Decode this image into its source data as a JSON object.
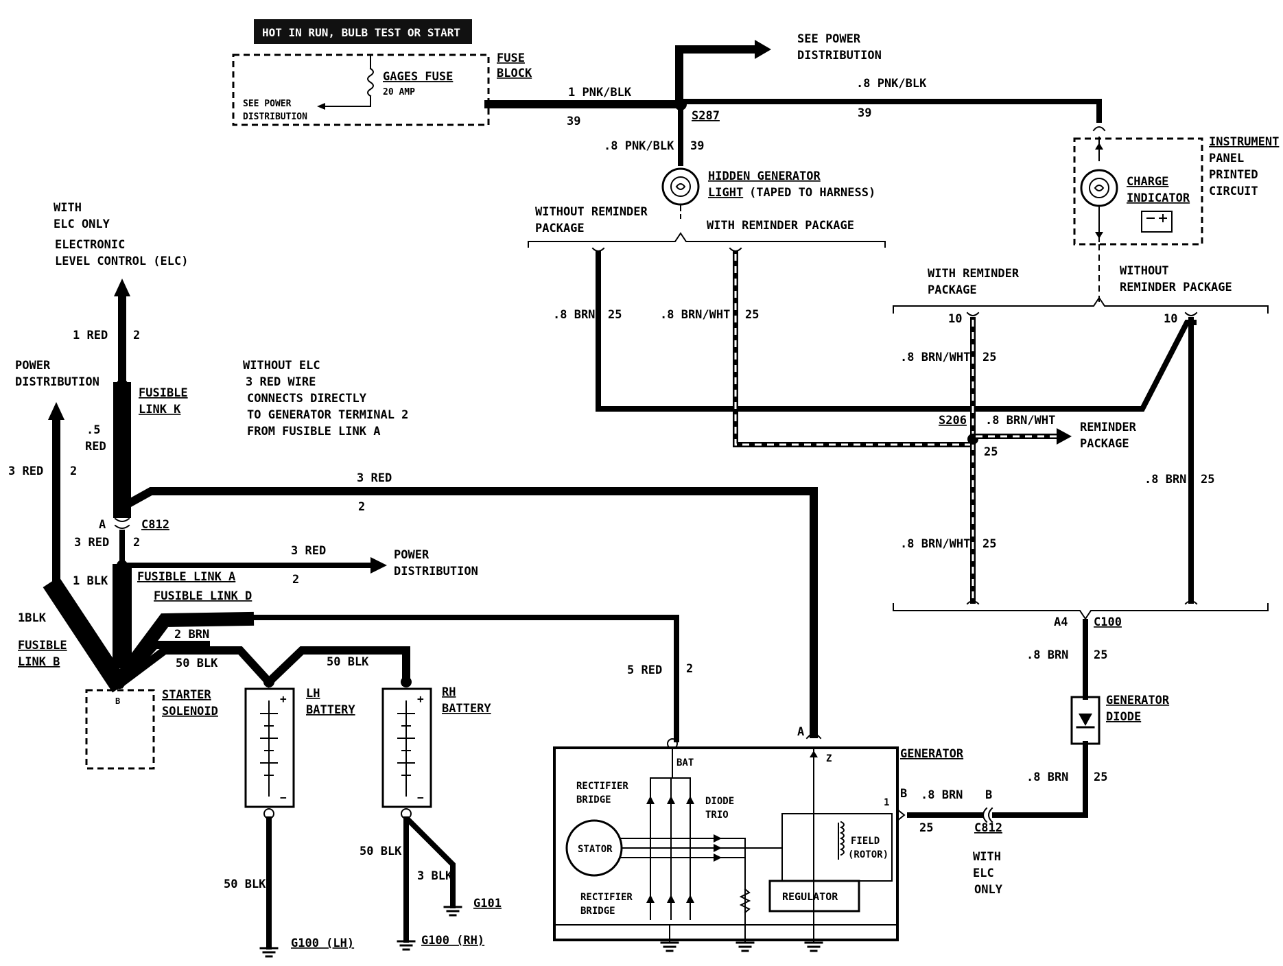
{
  "header": {
    "title_box": "HOT IN RUN, BULB TEST OR START"
  },
  "fuse": {
    "name": "GAGES FUSE",
    "rating": "20 AMP",
    "see_power": "SEE POWER",
    "distribution": "DISTRIBUTION",
    "block_1": "FUSE",
    "block_2": "BLOCK"
  },
  "top": {
    "see_power_1": "SEE POWER",
    "see_power_2": "DISTRIBUTION",
    "wire_1pnk": "1 PNK/BLK",
    "circ_39a": "39",
    "splice_s287": "S287",
    "wire_8pnk_right": ".8 PNK/BLK",
    "circ_39b": "39",
    "wire_8pnk_down": ".8 PNK/BLK",
    "circ_39c": "39"
  },
  "hidden_light": {
    "line1": "HIDDEN GENERATOR",
    "line2_a": "LIGHT",
    "line2_b": "(TAPED TO HARNESS)"
  },
  "packages": {
    "without_1": "WITHOUT REMINDER",
    "without_2": "PACKAGE",
    "with": "WITH REMINDER PACKAGE",
    "with_r1": "WITH REMINDER",
    "with_r2": "PACKAGE",
    "without_r1": "WITHOUT",
    "without_r2": "REMINDER PACKAGE",
    "reminder_1": "REMINDER",
    "reminder_2": "PACKAGE"
  },
  "instrument": {
    "l1": "INSTRUMENT",
    "l2": "PANEL",
    "l3": "PRINTED",
    "l4": "CIRCUIT",
    "charge_1": "CHARGE",
    "charge_2": "INDICATOR"
  },
  "wires": {
    "brn_8": ".8 BRN",
    "c25": "25",
    "brnwht_8": ".8 BRN/WHT",
    "c10": "10",
    "splice_s206": "S206",
    "a4": "A4",
    "c100": "C100",
    "c812": "C812",
    "red_1": "1 RED",
    "c2": "2",
    "red_5": ".5",
    "red_word": "RED",
    "red_3": "3 RED",
    "blk_1": "1 BLK",
    "blk_1b": "1BLK",
    "brn_2": "2 BRN",
    "blk_50": "50 BLK",
    "red_5w": "5 RED",
    "blk_3": "3 BLK",
    "conn_a": "A",
    "conn_b": "B",
    "conn_1": "1"
  },
  "elc": {
    "with_1": "WITH",
    "with_2": "ELC ONLY",
    "elec_1": "ELECTRONIC",
    "elec_2": "LEVEL CONTROL (ELC)",
    "note_1": "WITHOUT ELC",
    "note_2": "3 RED WIRE",
    "note_3": "CONNECTS DIRECTLY",
    "note_4": "TO GENERATOR TERMINAL 2",
    "note_5": "FROM FUSIBLE LINK A",
    "with_elc_1": "WITH",
    "with_elc_2": "ELC",
    "with_elc_3": "ONLY"
  },
  "power": {
    "p1": "POWER",
    "p2": "DISTRIBUTION"
  },
  "links": {
    "k1": "FUSIBLE",
    "k2": "LINK K",
    "a": "FUSIBLE LINK A",
    "d": "FUSIBLE LINK D",
    "b1": "FUSIBLE",
    "b2": "LINK B"
  },
  "components": {
    "starter_1": "STARTER",
    "starter_2": "SOLENOID",
    "starter_b": "B",
    "lh_1": "LH",
    "lh_2": "BATTERY",
    "rh_1": "RH",
    "rh_2": "BATTERY",
    "g100lh": "G100 (LH)",
    "g100rh": "G100 (RH)",
    "g101": "G101",
    "gen_diode_1": "GENERATOR",
    "gen_diode_2": "DIODE"
  },
  "generator": {
    "label": "GENERATOR",
    "bat": "BAT",
    "z": "Z",
    "rect_1": "RECTIFIER",
    "rect_2": "BRIDGE",
    "stator": "STATOR",
    "trio_1": "DIODE",
    "trio_2": "TRIO",
    "field_1": "FIELD",
    "field_2": "(ROTOR)",
    "regulator": "REGULATOR"
  }
}
